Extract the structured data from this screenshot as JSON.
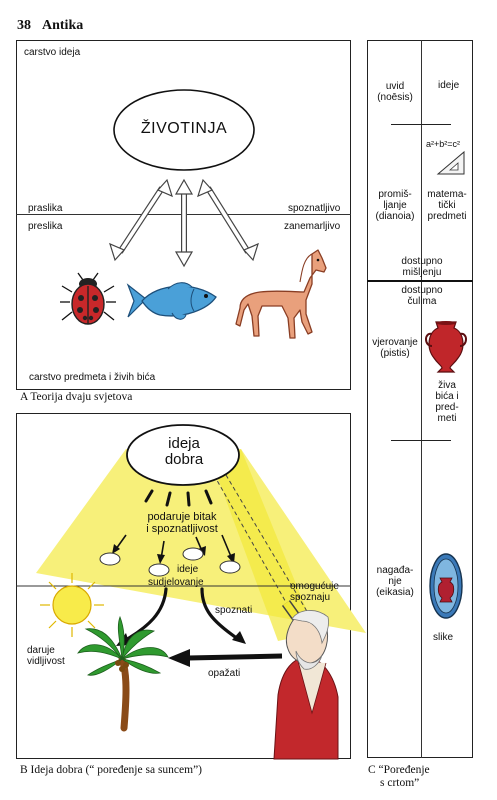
{
  "header": {
    "page_number": "38",
    "title": "Antika"
  },
  "panel_a": {
    "top_label": "carstvo ideja",
    "idea": "ŽIVOTINJA",
    "left_upper": "praslika",
    "left_lower": "preslika",
    "right_upper": "spoznatljivo",
    "right_lower": "zanemarljivo",
    "bottom_label": "carstvo predmeta i živih bića",
    "caption": "A Teorija dvaju svjetova"
  },
  "panel_b": {
    "idea_line1": "ideja",
    "idea_line2": "dobra",
    "gives_line1": "podaruje bitak",
    "gives_line2": "i spoznatljivost",
    "ideas": "ideje",
    "participation": "sudjelovanje",
    "enables_line1": "omogućuje",
    "enables_line2": "spoznaju",
    "visibility_line1": "daruje",
    "visibility_line2": "vidljivost",
    "know": "spoznati",
    "perceive": "opažati",
    "caption": "B Ideja dobra (“ poređenje sa suncem”)"
  },
  "panel_c": {
    "insight_line1": "uvid",
    "insight_line2": "(noēsis)",
    "ideas": "ideje",
    "formula": "a²+b²=c²",
    "thinking_line1": "promiš-",
    "thinking_line2": "ljanje",
    "thinking_line3": "(dianoia)",
    "math_line1": "matema-",
    "math_line2": "tički",
    "math_line3": "predmeti",
    "accessible_thought_line1": "dostupno",
    "accessible_thought_line2": "mišljenju",
    "accessible_senses_line1": "dostupno",
    "accessible_senses_line2": "čulima",
    "belief_line1": "vjerovanje",
    "belief_line2": "(pistis)",
    "living_line1": "živa",
    "living_line2": "bića i",
    "living_line3": "pred-",
    "living_line4": "meti",
    "guessing_line1": "nagađa-",
    "guessing_line2": "nje",
    "guessing_line3": "(eikasia)",
    "images": "slike",
    "caption_line1": "C “Poređenje",
    "caption_line2": "s crtom”"
  },
  "colors": {
    "sun_beam": "#f7f07a",
    "beam_strong": "#f2e83a",
    "fish": "#4aa0d8",
    "horse": "#e9a07c",
    "ladybug": "#c8282a",
    "vase": "#c0262a",
    "cameo": "#3a79b8",
    "robe": "#c2282c"
  }
}
